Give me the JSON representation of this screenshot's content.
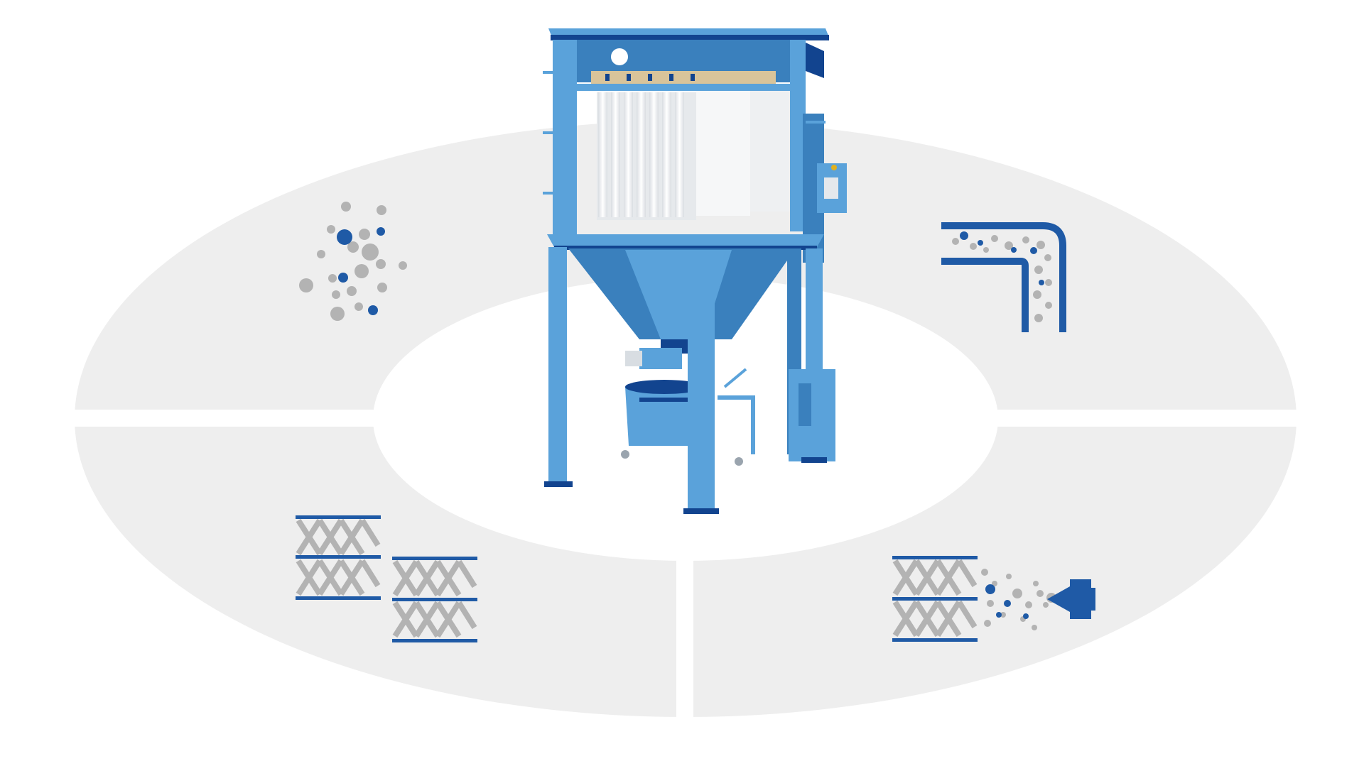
{
  "colors": {
    "background": "#ffffff",
    "ring": "#eeeeee",
    "ring_gap": "#ffffff",
    "brand_blue": "#1f5aa6",
    "dark_blue": "#12448f",
    "machine_blue": "#5aa2da",
    "machine_blue_dark": "#3a80bd",
    "particle_grey": "#b3b3b3",
    "filter_white": "#f2f4f6"
  },
  "illustration": {
    "central_object": "dust-collector-machine",
    "segments": [
      {
        "position": "top-left",
        "icon": "particles-icon"
      },
      {
        "position": "top-right",
        "icon": "duct-bend-particles-icon"
      },
      {
        "position": "bottom-left",
        "icon": "stacked-filters-icon"
      },
      {
        "position": "bottom-right",
        "icon": "spray-nozzle-filter-icon"
      }
    ]
  }
}
